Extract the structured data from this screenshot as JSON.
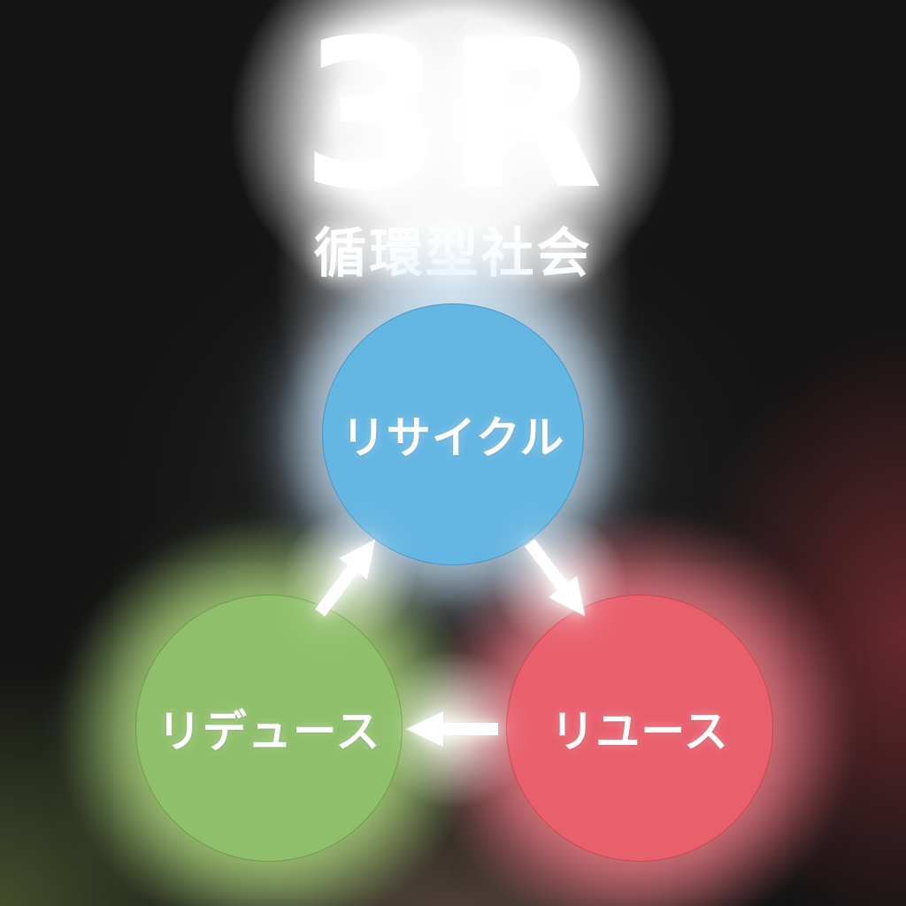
{
  "header": {
    "title": "3R",
    "subtitle": "循環型社会"
  },
  "nodes": [
    {
      "id": "recycle",
      "label": "リサイクル",
      "color": "#64b6e3"
    },
    {
      "id": "reuse",
      "label": "リユース",
      "color": "#e9606d"
    },
    {
      "id": "reduce",
      "label": "リデュース",
      "color": "#90bf6b"
    }
  ],
  "arrows": [
    {
      "from": "recycle",
      "to": "reuse",
      "direction": "down-right"
    },
    {
      "from": "reuse",
      "to": "reduce",
      "direction": "left"
    },
    {
      "from": "reduce",
      "to": "recycle",
      "direction": "up-right"
    }
  ],
  "arrow_color": "#ffffff",
  "background": {
    "base_color": "#131313",
    "top_glow_color": "#ffffff",
    "green_glow_color": "#a0cd73",
    "red_glow_color": "#ee6973",
    "blue_halo_color": "#cde4f6"
  }
}
